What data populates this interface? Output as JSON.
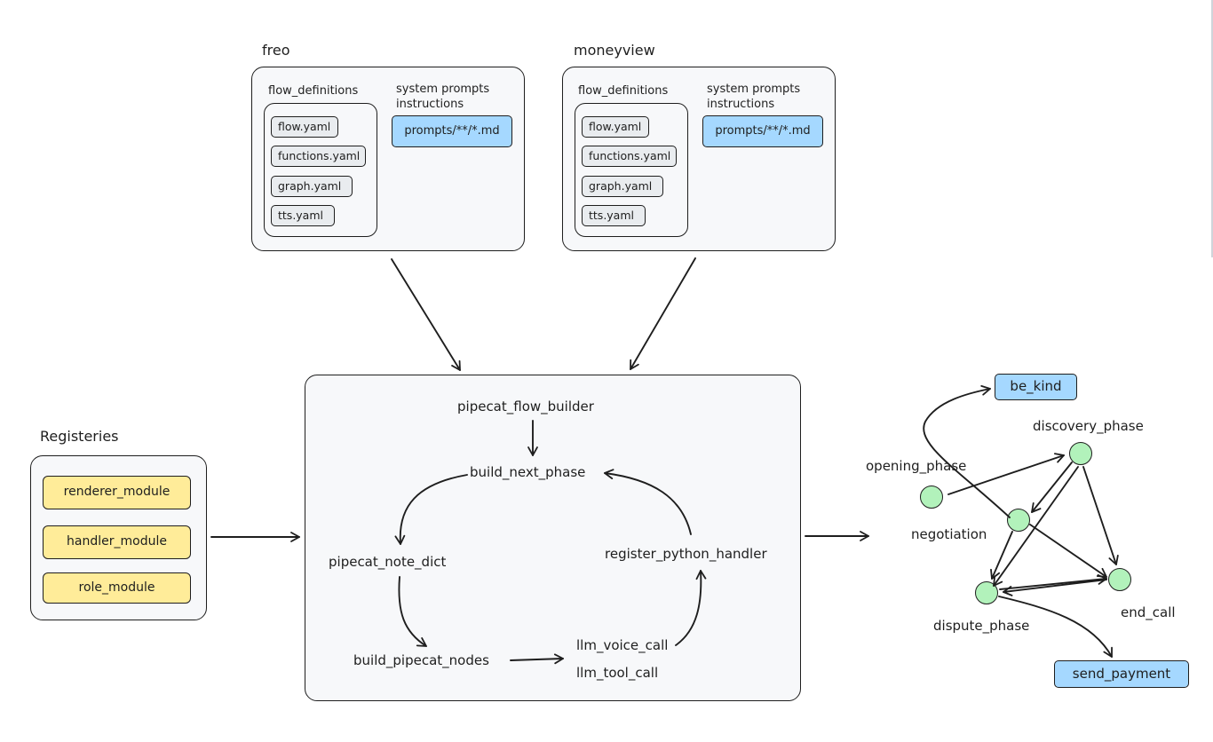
{
  "repos": [
    {
      "name": "freo",
      "flow_definitions_label": "flow_definitions",
      "files": [
        "flow.yaml",
        "functions.yaml",
        "graph.yaml",
        "tts.yaml"
      ],
      "prompts_label": "system prompts\ninstructions",
      "prompts_file": "prompts/**/*.md"
    },
    {
      "name": "moneyview",
      "flow_definitions_label": "flow_definitions",
      "files": [
        "flow.yaml",
        "functions.yaml",
        "graph.yaml",
        "tts.yaml"
      ],
      "prompts_label": "system prompts\ninstructions",
      "prompts_file": "prompts/**/*.md"
    }
  ],
  "registries": {
    "title": "Registeries",
    "modules": [
      "renderer_module",
      "handler_module",
      "role_module"
    ]
  },
  "builder": {
    "flow_builder": "pipecat_flow_builder",
    "next_phase": "build_next_phase",
    "note_dict": "pipecat_note_dict",
    "register_handler": "register_python_handler",
    "build_nodes": "build_pipecat_nodes",
    "voice_call": "llm_voice_call",
    "tool_call": "llm_tool_call"
  },
  "graph": {
    "be_kind": "be_kind",
    "discovery": "discovery_phase",
    "opening": "opening_phase",
    "negotiation": "negotiation",
    "dispute": "dispute_phase",
    "end_call": "end_call",
    "send_payment": "send_payment"
  },
  "colors": {
    "stroke": "#1e1e1e",
    "box_fill": "#f7f8fa",
    "file_fill": "#e9ecef",
    "blue": "#a5d8ff",
    "yellow": "#ffec99",
    "green": "#b2f2bb"
  }
}
